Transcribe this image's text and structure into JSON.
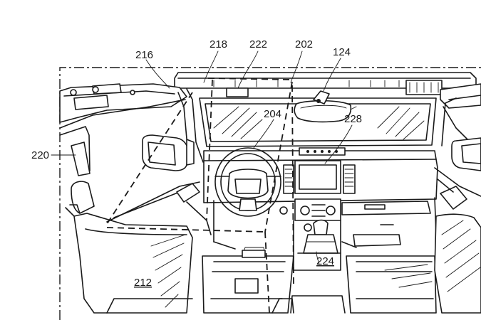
{
  "figure": {
    "labels": {
      "l216": "216",
      "l218": "218",
      "l222": "222",
      "l202": "202",
      "l124": "124",
      "l204": "204",
      "l228": "228",
      "l220": "220",
      "l224": "224",
      "l212": "212"
    }
  }
}
